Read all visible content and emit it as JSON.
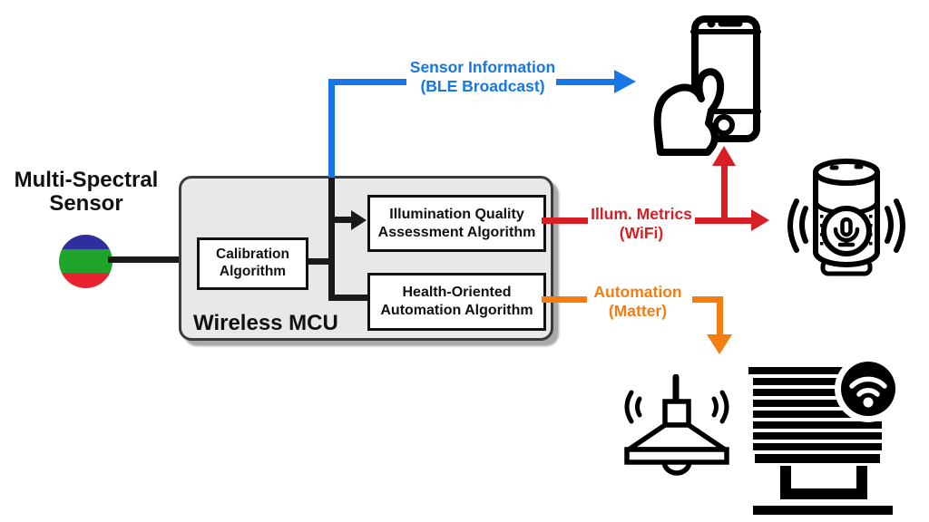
{
  "sensor": {
    "label_l1": "Multi-Spectral",
    "label_l2": "Sensor"
  },
  "mcu": {
    "label": "Wireless MCU",
    "calibration": {
      "l1": "Calibration",
      "l2": "Algorithm"
    },
    "illumination": {
      "l1": "Illumination Quality",
      "l2": "Assessment Algorithm"
    },
    "health": {
      "l1": "Health-Oriented",
      "l2": "Automation Algorithm"
    }
  },
  "links": {
    "ble": {
      "l1": "Sensor Information",
      "l2": "(BLE Broadcast)",
      "color": "#1777e6"
    },
    "wifi": {
      "l1": "Illum. Metrics",
      "l2": "(WiFi)",
      "color": "#d81f26"
    },
    "matter": {
      "l1": "Automation",
      "l2": "(Matter)",
      "color": "#f57d11"
    }
  },
  "icons": {
    "sensor": "rgb-sensor-dot",
    "phone": "hand-holding-smartphone-icon",
    "speaker": "smart-speaker-icon",
    "lamp": "pendant-lamp-icon",
    "blinds": "smart-blinds-wifi-icon"
  },
  "colors": {
    "line_black": "#1a1a1a",
    "mcu_fill": "#e8e8e8",
    "mcu_border": "#3b3b3b",
    "sensor_blue": "#2e2f9d",
    "sensor_green": "#1fa32a",
    "sensor_red": "#e8232f"
  }
}
